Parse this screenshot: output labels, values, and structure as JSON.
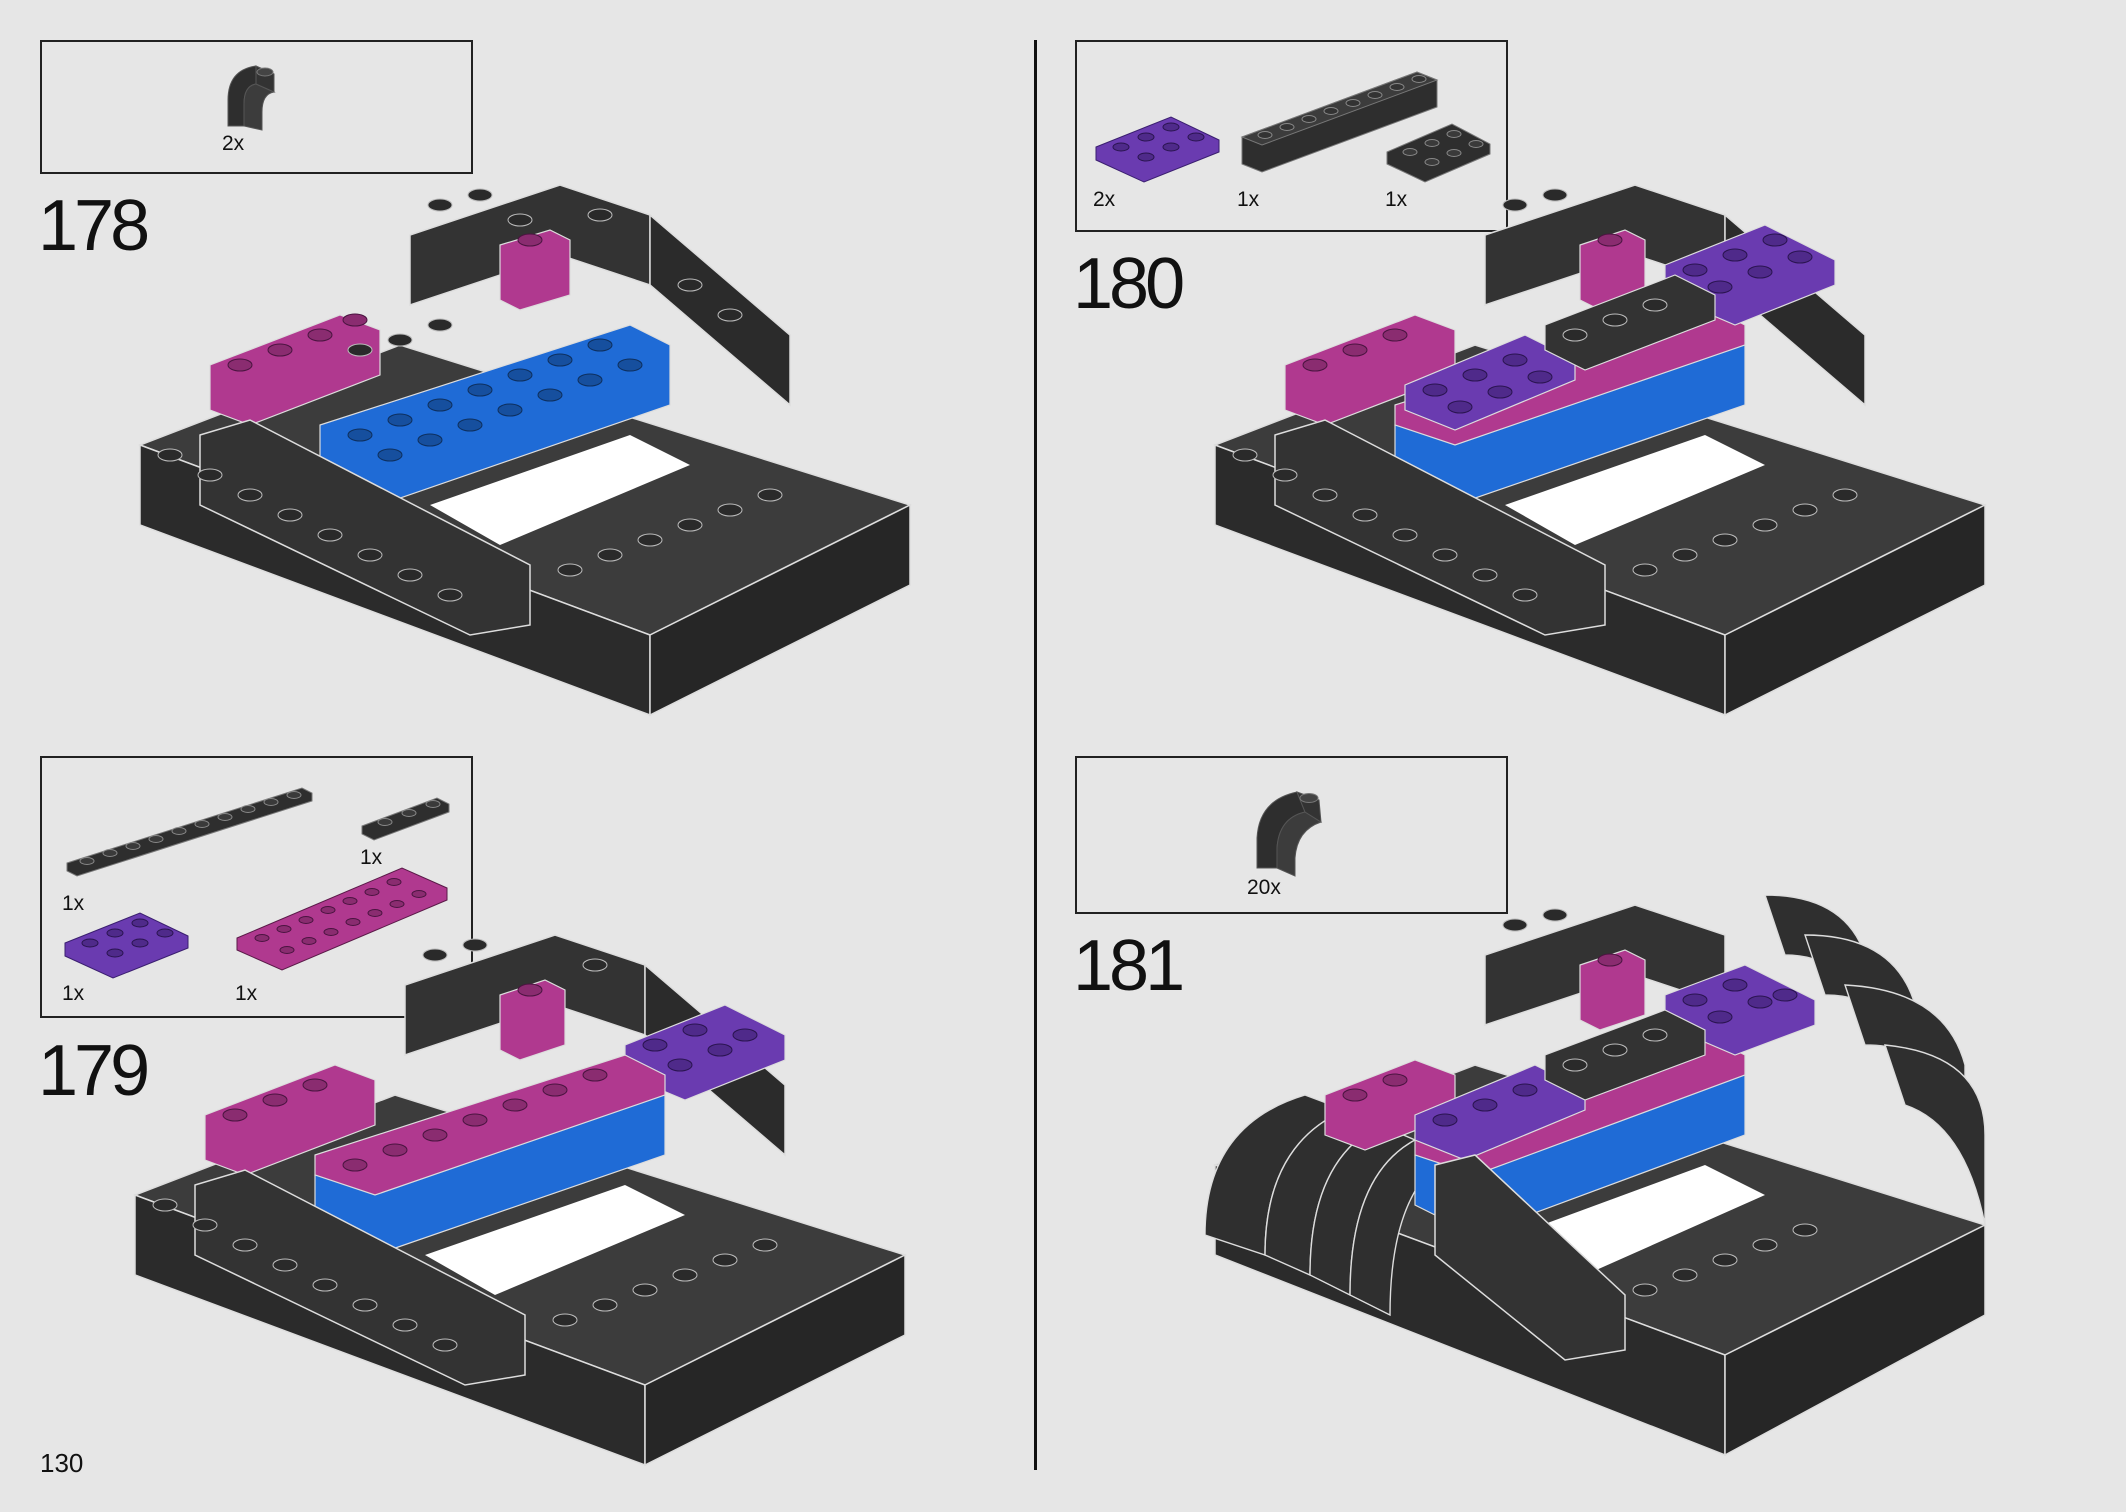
{
  "page_number": "130",
  "colors": {
    "background": "#e6e6e6",
    "brick_black": "#2e2e2e",
    "brick_black_top": "#3c3c3c",
    "pink": "#b0398f",
    "purple": "#6a3bb0",
    "blue": "#1f6bd6"
  },
  "steps": [
    {
      "number": "178",
      "parts": [
        {
          "name": "curved-slope-icon",
          "qty": "2x"
        }
      ]
    },
    {
      "number": "179",
      "parts": [
        {
          "name": "black-long-plate-icon",
          "qty": "1x"
        },
        {
          "name": "black-small-plate-icon",
          "qty": "1x"
        },
        {
          "name": "purple-plate-icon",
          "qty": "1x"
        },
        {
          "name": "pink-long-plate-icon",
          "qty": "1x"
        }
      ]
    },
    {
      "number": "180",
      "parts": [
        {
          "name": "purple-plate-icon",
          "qty": "2x"
        },
        {
          "name": "black-long-brick-icon",
          "qty": "1x"
        },
        {
          "name": "black-plate-icon",
          "qty": "1x"
        }
      ]
    },
    {
      "number": "181",
      "parts": [
        {
          "name": "curved-slope-icon",
          "qty": "20x"
        }
      ]
    }
  ]
}
